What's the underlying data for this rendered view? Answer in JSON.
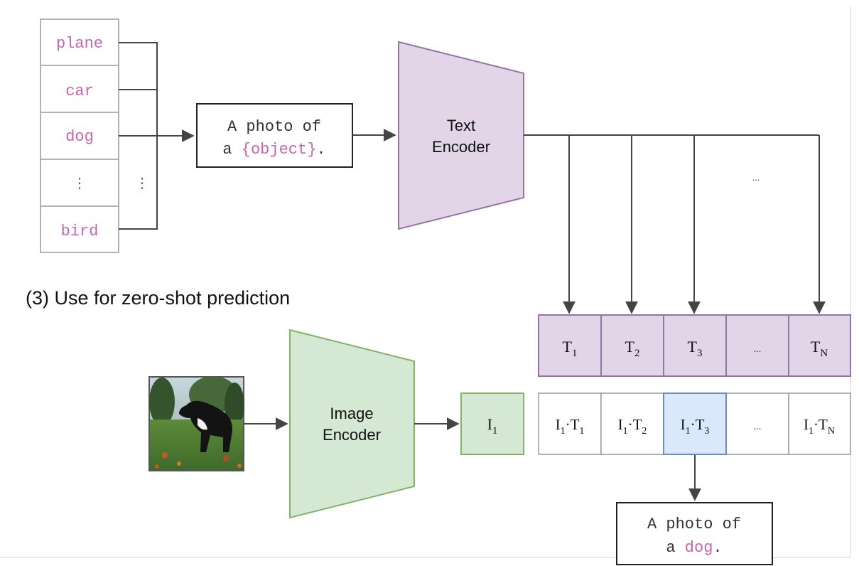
{
  "colors": {
    "label_pink": "#c964b0",
    "text_encoder_fill": "#e2d5e7",
    "text_encoder_stroke": "#9673a6",
    "image_encoder_fill": "#d5e8d4",
    "image_encoder_stroke": "#82b366",
    "highlight_fill": "#dae8fc",
    "highlight_stroke": "#6c8ebf",
    "line": "#444444"
  },
  "class_list": {
    "items": [
      "plane",
      "car",
      "dog",
      "bird"
    ],
    "ellipsis": "⋮"
  },
  "prompt_template": {
    "line1": "A photo of",
    "line2_prefix": "a ",
    "line2_highlight": "{object}",
    "line2_suffix": "."
  },
  "text_encoder": {
    "line1": "Text",
    "line2": "Encoder"
  },
  "image_encoder": {
    "line1": "Image",
    "line2": "Encoder"
  },
  "section_title": "(3) Use for zero-shot prediction",
  "text_embeddings": {
    "labels": [
      {
        "base": "T",
        "sub": "1"
      },
      {
        "base": "T",
        "sub": "2"
      },
      {
        "base": "T",
        "sub": "3"
      },
      {
        "base": "...",
        "sub": ""
      },
      {
        "base": "T",
        "sub": "N"
      }
    ],
    "ellipsis_above": "..."
  },
  "image_embedding": {
    "base": "I",
    "sub": "1"
  },
  "similarity_scores": {
    "labels": [
      {
        "a": "I",
        "asub": "1",
        "b": "T",
        "bsub": "1"
      },
      {
        "a": "I",
        "asub": "1",
        "b": "T",
        "bsub": "2"
      },
      {
        "a": "I",
        "asub": "1",
        "b": "T",
        "bsub": "3"
      },
      {
        "a": "...",
        "asub": "",
        "b": "",
        "bsub": ""
      },
      {
        "a": "I",
        "asub": "1",
        "b": "T",
        "bsub": "N"
      }
    ],
    "highlighted_index": 2
  },
  "prediction": {
    "line1": "A photo of",
    "line2_prefix": "a ",
    "line2_highlight": "dog",
    "line2_suffix": "."
  },
  "input_image": {
    "alt": "dog-photo"
  }
}
